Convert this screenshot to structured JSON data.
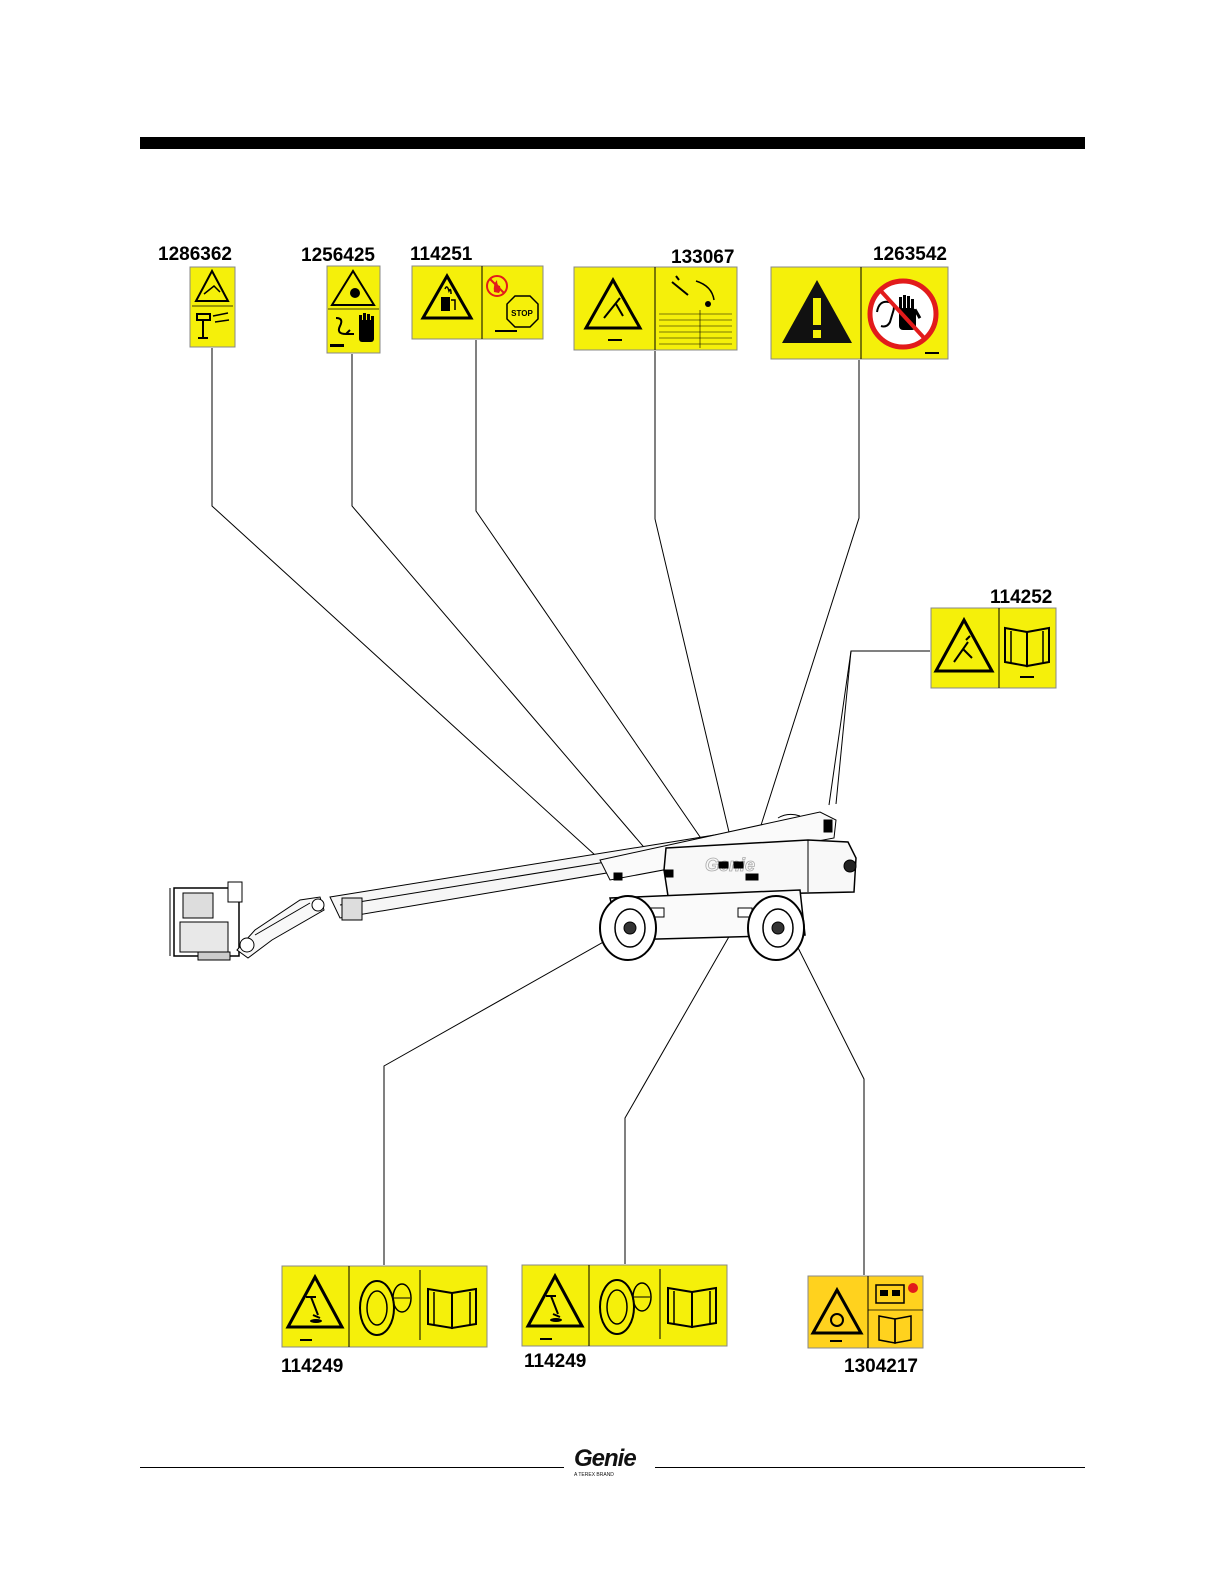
{
  "decals": {
    "d1286362": "1286362",
    "d1256425": "1256425",
    "d114251": "114251",
    "d133067": "133067",
    "d1263542": "1263542",
    "d114252": "114252",
    "d114249_left": "114249",
    "d114249_mid": "114249",
    "d1304217": "1304217"
  },
  "footer": {
    "brand": "Genie",
    "brand_sub": "A TEREX BRAND"
  },
  "colors": {
    "decal_yellow": "#f5f00a",
    "decal_orange": "#ffd21e"
  },
  "icons": [
    "warning-triangle-icon",
    "hand-stop-icon",
    "manual-book-icon",
    "no-flame-icon",
    "stop-sign-icon",
    "tire-wheel-icon",
    "tip-over-icon",
    "boom-lift-drawing"
  ]
}
